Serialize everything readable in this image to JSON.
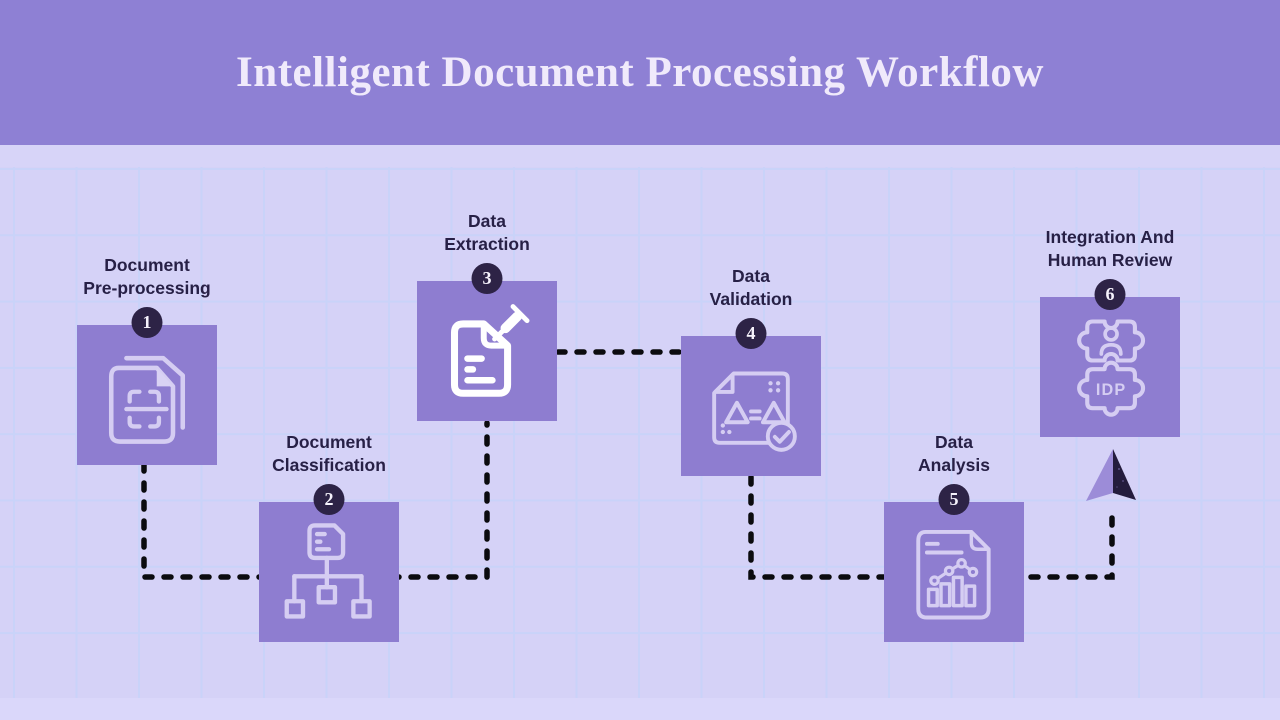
{
  "header": {
    "title": "Intelligent Document Processing Workflow"
  },
  "steps": [
    {
      "number": "1",
      "label_line1": "Document",
      "label_line2": "Pre-processing",
      "icon": "document-scan-icon"
    },
    {
      "number": "2",
      "label_line1": "Document",
      "label_line2": "Classification",
      "icon": "classification-tree-icon"
    },
    {
      "number": "3",
      "label_line1": "Data",
      "label_line2": "Extraction",
      "icon": "document-eyedropper-icon"
    },
    {
      "number": "4",
      "label_line1": "Data",
      "label_line2": "Validation",
      "icon": "compare-check-icon"
    },
    {
      "number": "5",
      "label_line1": "Data",
      "label_line2": "Analysis",
      "icon": "report-chart-icon"
    },
    {
      "number": "6",
      "label_line1": "Integration And",
      "label_line2": "Human Review",
      "icon": "puzzle-idp-icon",
      "icon_text": "IDP"
    }
  ],
  "colors": {
    "header_bg": "#8e80d4",
    "canvas_bg": "#d5d2f7",
    "grid_line": "#c9d3f9",
    "box_bg": "#8e7dd0",
    "badge_bg": "#2d2346",
    "label_text": "#272046",
    "icon_stroke": "#d5cdf2",
    "connector": "#0b0b0f",
    "title_text": "#f0eafb",
    "arrow_light": "#9c8cd8",
    "arrow_dark": "#241c3d"
  }
}
